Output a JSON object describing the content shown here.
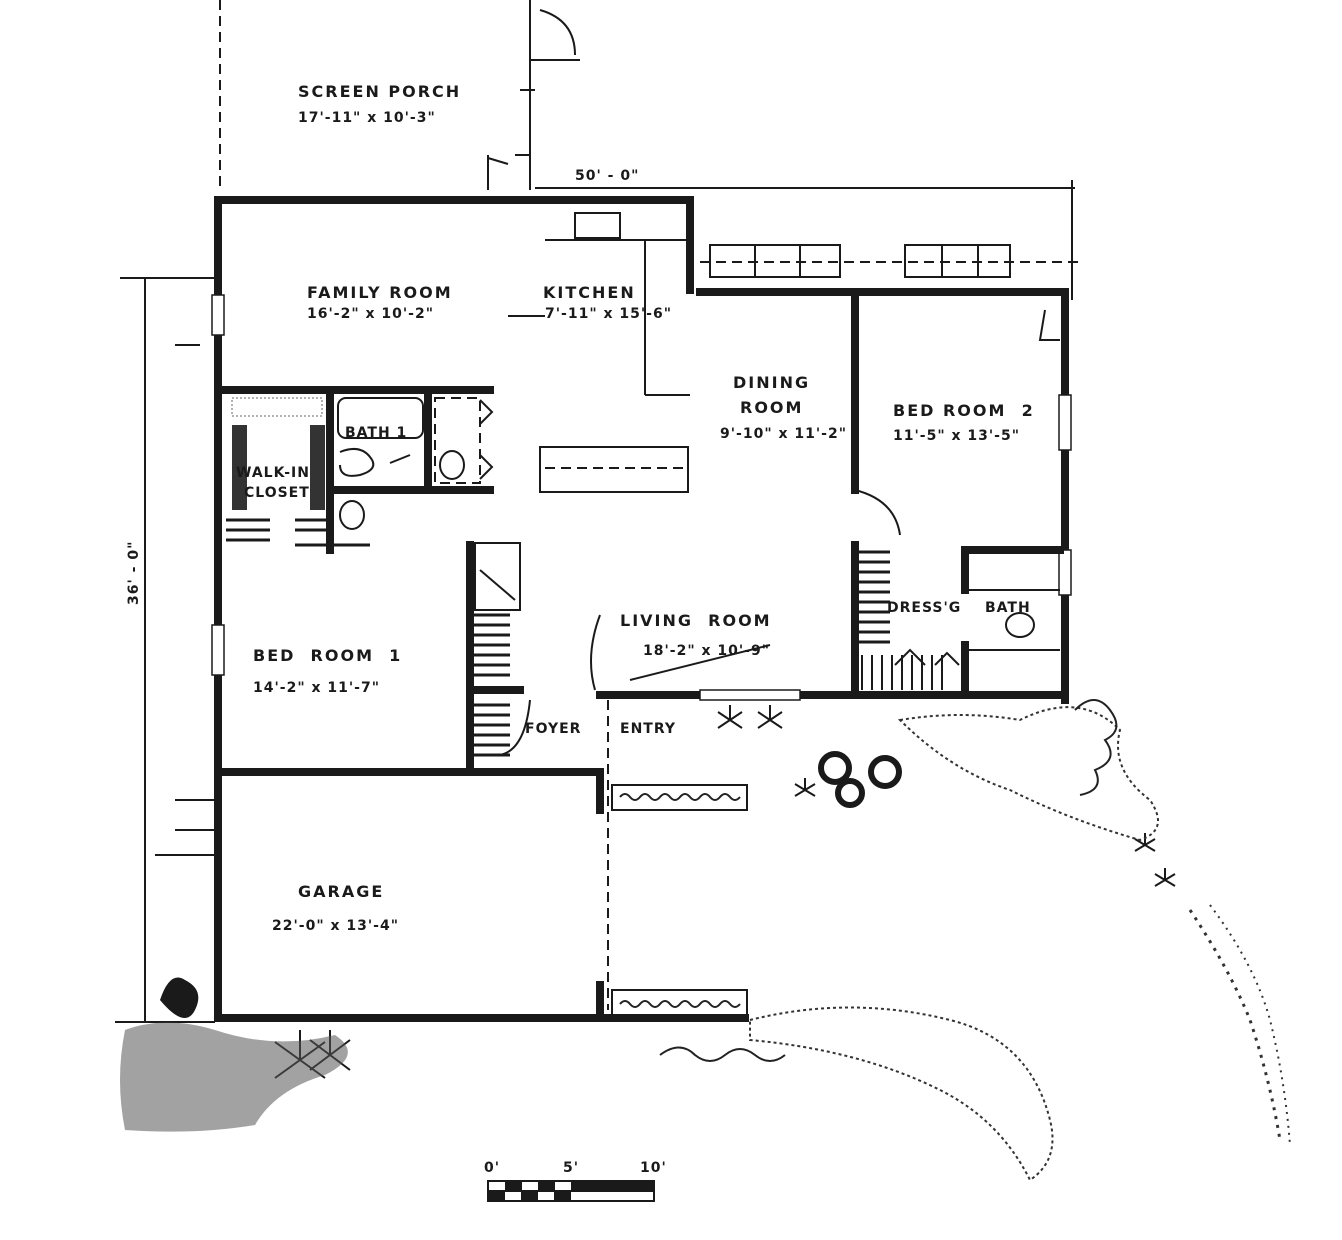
{
  "overall_dimensions": {
    "width": "50' - 0\"",
    "depth": "36' - 0\""
  },
  "rooms": [
    {
      "id": "screen_porch",
      "name": "SCREEN PORCH",
      "size": "17'-11\" x 10'-3\""
    },
    {
      "id": "family_room",
      "name": "FAMILY ROOM",
      "size": "16'-2\" x 10'-2\""
    },
    {
      "id": "kitchen",
      "name": "KITCHEN",
      "size": "7'-11\" x 15'-6\""
    },
    {
      "id": "dining_room",
      "name_line1": "DINING",
      "name_line2": "ROOM",
      "size": "9'-10\" x 11'-2\""
    },
    {
      "id": "bed_room_2",
      "name": "BED ROOM  2",
      "size": "11'-5\" x 13'-5\""
    },
    {
      "id": "bath_1",
      "name": "BATH 1"
    },
    {
      "id": "walk_in_closet",
      "name_line1": "WALK-IN",
      "name_line2": "CLOSET"
    },
    {
      "id": "living_room",
      "name": "LIVING  ROOM",
      "size": "18'-2\" x 10'-9\""
    },
    {
      "id": "dressing",
      "name": "DRESS'G"
    },
    {
      "id": "bath_2",
      "name": "BATH"
    },
    {
      "id": "bed_room_1",
      "name": "BED  ROOM  1",
      "size": "14'-2\" x 11'-7\""
    },
    {
      "id": "foyer",
      "name": "FOYER"
    },
    {
      "id": "entry",
      "name": "ENTRY"
    },
    {
      "id": "garage",
      "name": "GARAGE",
      "size": "22'-0\" x 13'-4\""
    }
  ],
  "scale_bar": {
    "labels": [
      "0'",
      "5'",
      "10'"
    ]
  },
  "colors": {
    "ink": "#1a1a1a",
    "paper": "#ffffff"
  }
}
